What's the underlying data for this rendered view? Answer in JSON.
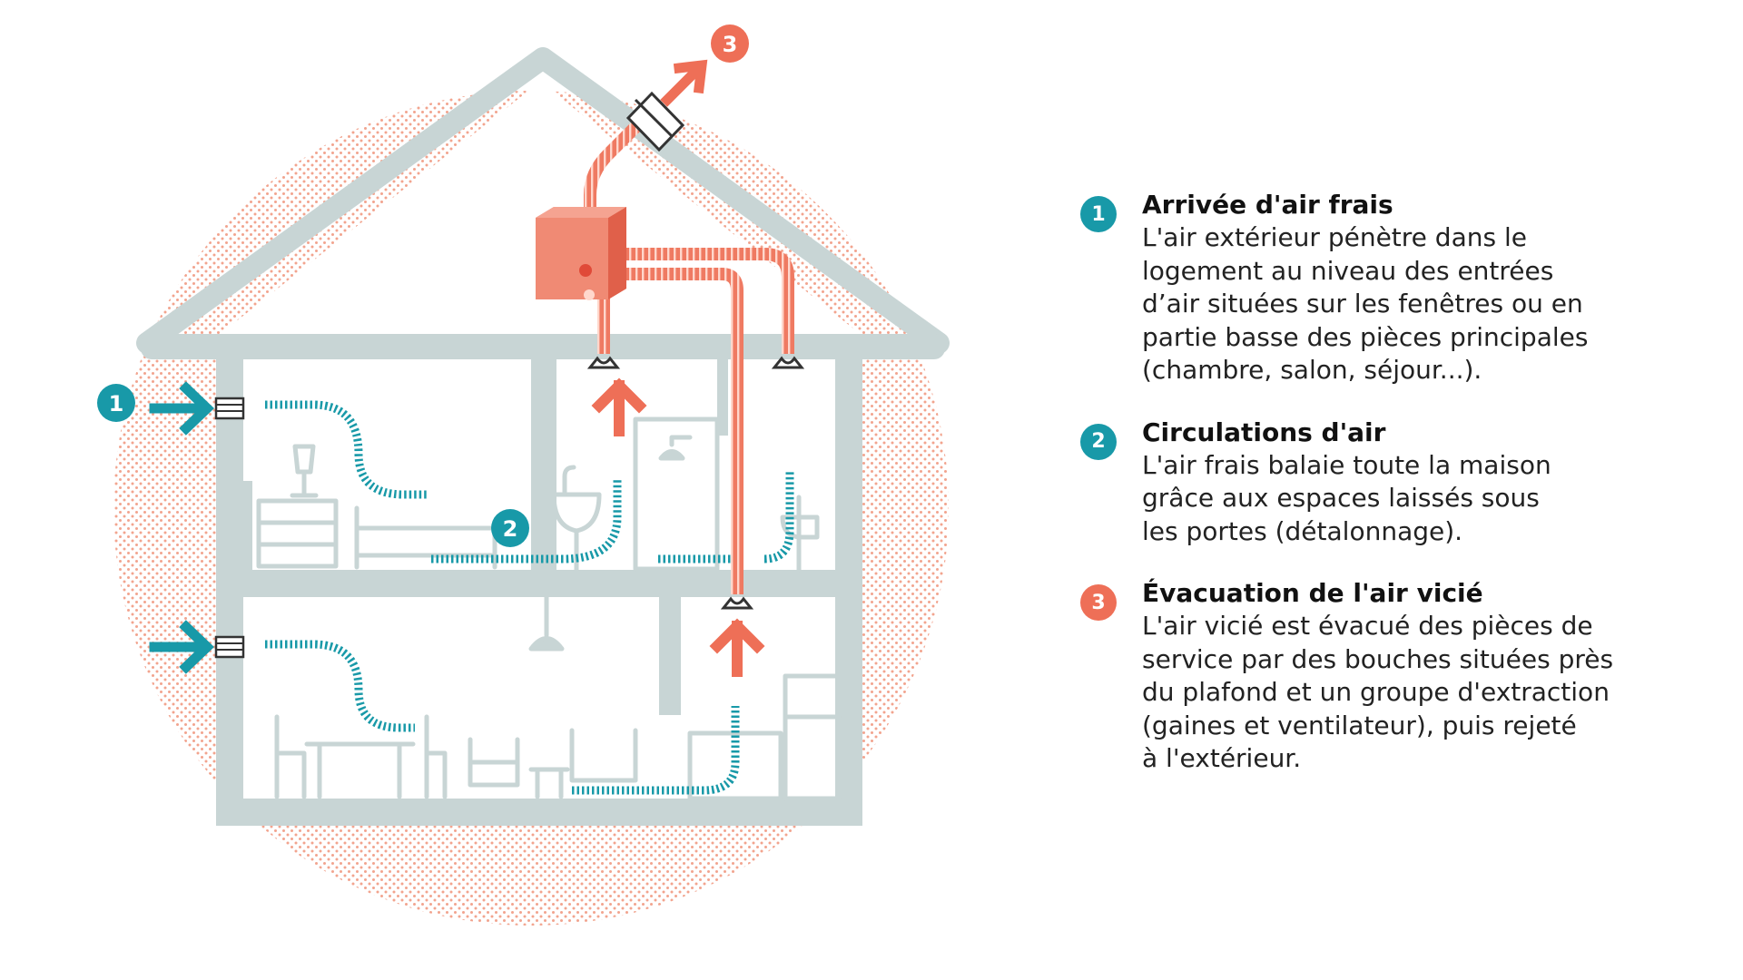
{
  "colors": {
    "house": "#c8d5d5",
    "fresh_air": "#1899a8",
    "exhaust_air": "#ee6f57",
    "dots": "#f2a48e",
    "unit": "#ef7a62"
  },
  "markers": {
    "m1": "1",
    "m2": "2",
    "m3": "3"
  },
  "legend": [
    {
      "number": "1",
      "title": "Arrivée d'air frais",
      "text": "L'air extérieur pénètre dans le\nlogement au niveau des entrées\nd’air situées sur les fenêtres ou en\npartie basse des pièces principales\n(chambre, salon, séjour...).",
      "color": "#1899a8"
    },
    {
      "number": "2",
      "title": "Circulations d'air",
      "text": "L'air frais balaie toute la maison\ngrâce aux espaces laissés sous\nles portes (détalonnage).",
      "color": "#1899a8"
    },
    {
      "number": "3",
      "title": "Évacuation de l'air vicié",
      "text": "L'air vicié est évacué des pièces de\nservice par des bouches situées près\ndu plafond et un groupe d'extraction\n(gaines et ventilateur), puis rejeté\nà l'extérieur.",
      "color": "#ee6f57"
    }
  ]
}
